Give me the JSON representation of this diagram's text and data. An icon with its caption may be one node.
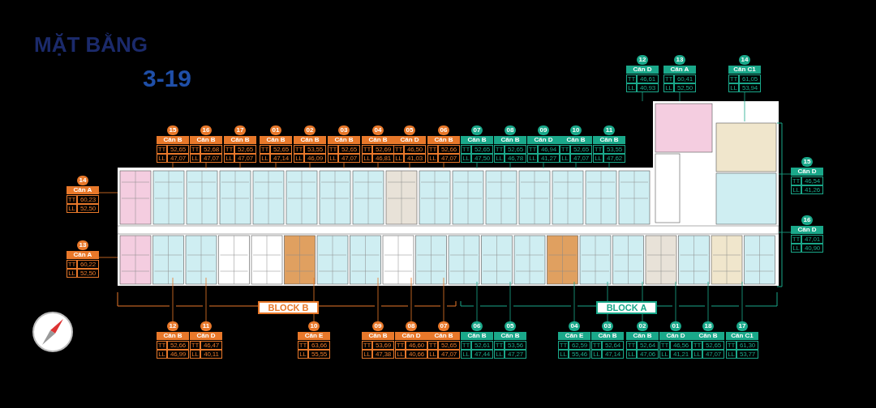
{
  "diagram": {
    "title": "MẶT BẰNG",
    "nodes": [
      {
        "text": [
          "12",
          "Căn D",
          "TT",
          "46,61",
          "LL",
          "40,93"
        ]
      },
      {
        "text": [
          "13",
          "Căn A",
          "TT",
          "60,41",
          "LL",
          "52,50"
        ]
      },
      {
        "text": [
          "14",
          "Căn C1",
          "TT",
          "61,05",
          "LL",
          "53,94"
        ]
      },
      {
        "text": [
          "15",
          "Căn B",
          "TT",
          "52,65",
          "LL",
          "47,07"
        ]
      },
      {
        "text": [
          "16",
          "Căn B",
          "TT",
          "52,68",
          "LL",
          "47,07"
        ]
      },
      {
        "text": [
          "17",
          "Căn B",
          "TT",
          "52,65",
          "LL",
          "47,07"
        ]
      },
      {
        "text": [
          "01",
          "Căn B",
          "TT",
          "52,65",
          "LL",
          "47,14"
        ]
      },
      {
        "text": [
          "02",
          "Căn B",
          "TT",
          "53,55",
          "LL",
          "46,09"
        ]
      },
      {
        "text": [
          "03",
          "Căn B",
          "TT",
          "52,65",
          "LL",
          "47,07"
        ]
      },
      {
        "text": [
          "04",
          "Căn B",
          "TT",
          "52,69",
          "LL",
          "46,81"
        ]
      },
      {
        "text": [
          "05",
          "Căn D",
          "TT",
          "46,50",
          "LL",
          "41,03"
        ]
      },
      {
        "text": [
          "06",
          "Căn B",
          "TT",
          "52,66",
          "LL",
          "47,07"
        ]
      },
      {
        "text": [
          "07",
          "Căn B",
          "TT",
          "52,65",
          "LL",
          "47,50"
        ]
      },
      {
        "text": [
          "08",
          "Căn B",
          "TT",
          "52,65",
          "LL",
          "46,78"
        ]
      },
      {
        "text": [
          "09",
          "Căn D",
          "TT",
          "46,94",
          "LL",
          "41,27"
        ]
      },
      {
        "text": [
          "10",
          "Căn B",
          "TT",
          "52,65",
          "LL",
          "47,07"
        ]
      },
      {
        "text": [
          "11",
          "Căn B",
          "TT",
          "53,55",
          "LL",
          "47,62"
        ]
      },
      {
        "text": [
          "15",
          "Căn D",
          "TT",
          "46,54",
          "LL",
          "41,26"
        ]
      },
      {
        "text": [
          "14",
          "Căn A",
          "TT",
          "60,23",
          "LL",
          "52,50"
        ]
      },
      {
        "text": [
          "16",
          "Căn D",
          "TT",
          "47,01",
          "LL",
          "40,90"
        ]
      },
      {
        "text": [
          "13",
          "Căn A",
          "TT",
          "60,22",
          "LL",
          "52,50"
        ]
      },
      {
        "text": [
          "BLOCK B"
        ]
      },
      {
        "text": [
          "BLOCK A"
        ]
      },
      {
        "text": [
          "12",
          "Căn B",
          "TT",
          "52,66",
          "LL",
          "46,99"
        ]
      },
      {
        "text": [
          "11",
          "Căn D",
          "TT",
          "46,47",
          "LL",
          "40,11"
        ]
      },
      {
        "text": [
          "10",
          "Căn E",
          "TT",
          "63,66",
          "LL",
          "55,55"
        ]
      },
      {
        "text": [
          "09",
          "Căn B",
          "TT",
          "53,69",
          "LL",
          "47,38"
        ]
      },
      {
        "text": [
          "08",
          "Căn D",
          "TT",
          "46,60",
          "LL",
          "40,66"
        ]
      },
      {
        "text": [
          "07",
          "Căn B",
          "TT",
          "52,65",
          "LL",
          "47,07"
        ]
      },
      {
        "text": [
          "06",
          "Căn B",
          "TT",
          "52,61",
          "LL",
          "47,44"
        ]
      },
      {
        "text": [
          "05",
          "Căn B",
          "TT",
          "53,56",
          "LL",
          "47,27"
        ]
      },
      {
        "text": [
          "04",
          "Căn E",
          "TT",
          "62,59",
          "LL",
          "55,46"
        ]
      },
      {
        "text": [
          "03",
          "Căn B",
          "TT",
          "52,64",
          "LL",
          "47,14"
        ]
      },
      {
        "text": [
          "02",
          "Căn B",
          "TT",
          "52,64",
          "LL",
          "47,06"
        ]
      },
      {
        "text": [
          "01",
          "Căn D",
          "TT",
          "46,56",
          "LL",
          "41,21"
        ]
      },
      {
        "text": [
          "18",
          "Căn B",
          "TT",
          "52,65",
          "LL",
          "47,07"
        ]
      },
      {
        "text": [
          "17",
          "Căn C1",
          "TT",
          "61,30",
          "LL",
          "53,77"
        ]
      }
    ],
    "edges": [
      {
        "from": 0,
        "to": null,
        "arrow": "none"
      },
      {
        "from": 1,
        "to": null,
        "arrow": "none"
      },
      {
        "from": 2,
        "to": null,
        "arrow": "none"
      },
      {
        "from": 3,
        "to": null,
        "arrow": "none",
        "color": "#e8782a"
      },
      {
        "from": 4,
        "to": null,
        "arrow": "none",
        "color": "#e8782a"
      },
      {
        "from": 5,
        "to": null,
        "arrow": "none",
        "color": "#e8782a"
      },
      {
        "from": 6,
        "to": null,
        "arrow": "none",
        "color": "#e8782a"
      },
      {
        "from": 7,
        "to": null,
        "arrow": "none",
        "color": "#e8782a"
      },
      {
        "from": 8,
        "to": null,
        "arrow": "none",
        "color": "#e8782a"
      },
      {
        "from": 9,
        "to": null,
        "arrow": "none",
        "color": "#e8782a"
      },
      {
        "from": 10,
        "to": null,
        "arrow": "none",
        "color": "#e8782a"
      },
      {
        "from": 11,
        "to": null,
        "arrow": "none",
        "color": "#e8782a"
      },
      {
        "from": 12,
        "to": null,
        "arrow": "none"
      },
      {
        "from": 13,
        "to": null,
        "arrow": "none"
      },
      {
        "from": 14,
        "to": null,
        "arrow": "none"
      },
      {
        "from": 15,
        "to": null,
        "arrow": "none"
      },
      {
        "from": 16,
        "to": null,
        "arrow": "none"
      },
      {
        "from": 17,
        "to": null,
        "arrow": "none"
      },
      {
        "from": 18,
        "to": null,
        "arrow": "none",
        "color": "#e8782a"
      },
      {
        "from": 19,
        "to": null,
        "arrow": "none"
      },
      {
        "from": 20,
        "to": null,
        "arrow": "none",
        "color": "#e8782a"
      },
      {
        "from": 23,
        "to": null,
        "arrow": "none",
        "color": "#e8782a"
      },
      {
        "from": 24,
        "to": null,
        "arrow": "none",
        "color": "#e8782a"
      },
      {
        "from": 25,
        "to": null,
        "arrow": "none",
        "color": "#e8782a"
      },
      {
        "from": 26,
        "to": null,
        "arrow": "none",
        "color": "#e8782a"
      },
      {
        "from": 27,
        "to": null,
        "arrow": "none",
        "color": "#e8782a"
      },
      {
        "from": 28,
        "to": null,
        "arrow": "none",
        "color": "#e8782a"
      },
      {
        "from": 29,
        "to": null,
        "arrow": "none"
      },
      {
        "from": 30,
        "to": null,
        "arrow": "none"
      },
      {
        "from": 31,
        "to": null,
        "arrow": "none"
      },
      {
        "from": 32,
        "to": null,
        "arrow": "none"
      },
      {
        "from": 33,
        "to": null,
        "arrow": "none"
      },
      {
        "from": 34,
        "to": null,
        "arrow": "none"
      },
      {
        "from": 35,
        "to": null,
        "arrow": "none"
      },
      {
        "from": 36,
        "to": null,
        "arrow": "none"
      }
    ],
    "labels": [
      "3-19"
    ]
  }
}
